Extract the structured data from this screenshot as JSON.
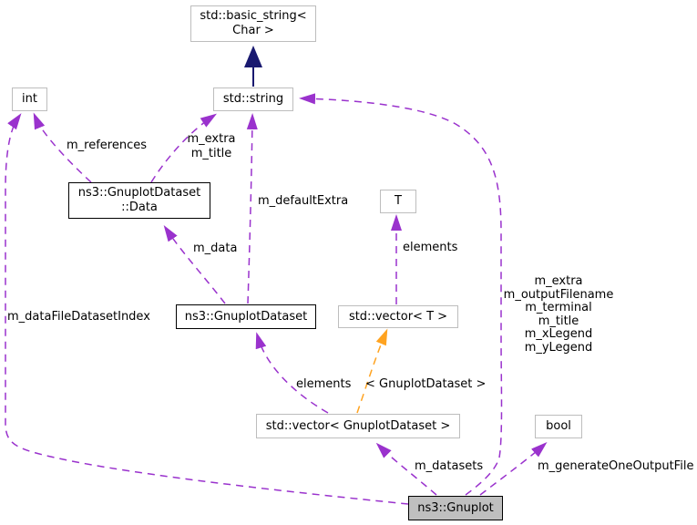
{
  "nodes": {
    "basic_string": {
      "line1": "std::basic_string<",
      "line2": "Char >"
    },
    "int_type": {
      "label": "int"
    },
    "string": {
      "label": "std::string"
    },
    "dataset_data": {
      "line1": "ns3::GnuplotDataset",
      "line2": "::Data"
    },
    "t_param": {
      "label": "T"
    },
    "gnuplot_dataset": {
      "label": "ns3::GnuplotDataset"
    },
    "vector_t": {
      "label": "std::vector< T >"
    },
    "vector_gnuplot_dataset": {
      "label": "std::vector< GnuplotDataset >"
    },
    "bool_type": {
      "label": "bool"
    },
    "gnuplot": {
      "label": "ns3::Gnuplot"
    }
  },
  "edge_labels": {
    "m_references": "m_references",
    "extra_title": {
      "line1": "m_extra",
      "line2": "m_title"
    },
    "m_defaultExtra": "m_defaultExtra",
    "m_data": "m_data",
    "elements_t": "elements",
    "m_dataFileDatasetIndex": "m_dataFileDatasetIndex",
    "gnuplot_string_members": [
      "m_extra",
      "m_outputFilename",
      "m_terminal",
      "m_title",
      "m_xLegend",
      "m_yLegend"
    ],
    "elements_gd": "elements",
    "template_args": "< GnuplotDataset >",
    "m_datasets": "m_datasets",
    "m_generateOneOutputFile": "m_generateOneOutputFile"
  },
  "colors": {
    "usage_edge": "#9a32cd",
    "template_edge": "#ffa320",
    "inheritance_edge": "#191970",
    "external_node_border": "#bdbdbd",
    "class_node_border": "#000000",
    "selected_node_fill": "#bfbfbf"
  }
}
